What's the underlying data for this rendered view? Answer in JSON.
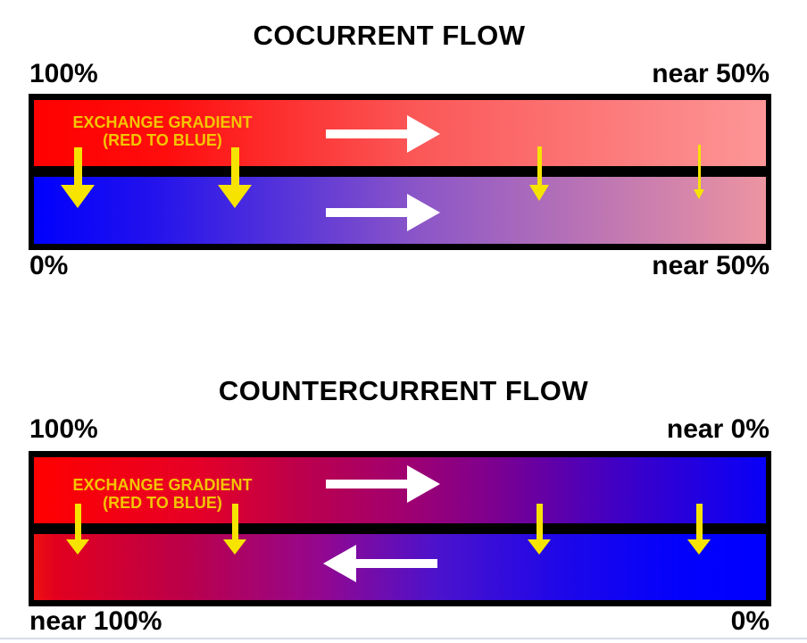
{
  "colors": {
    "red": "#ff0000",
    "blue": "#0000ff",
    "cocurrent_top_right_end": "#fd9697",
    "cocurrent_bottom_right_end": "#ec94a1",
    "transfer_arrow_yellow": "#f6e400",
    "caption_gold": "#f3c500",
    "flow_arrow_white": "#ffffff",
    "text_black": "#000000",
    "frame_black": "#000000"
  },
  "sections": [
    {
      "title": "COCURRENT FLOW",
      "labels": {
        "top_left": "100%",
        "top_right": "near 50%",
        "bottom_left": "0%",
        "bottom_right": "near 50%"
      },
      "gradient_caption": {
        "line1": "EXCHANGE GRADIENT",
        "line2": "(RED TO BLUE)"
      },
      "flow_direction_top_bar": "right",
      "flow_direction_bottom_bar": "right",
      "transfer_arrows": "4 downward arrows, decreasing in size left to right"
    },
    {
      "title": "COUNTERCURRENT FLOW",
      "labels": {
        "top_left": "100%",
        "top_right": "near 0%",
        "bottom_left": "near 100%",
        "bottom_right": "0%"
      },
      "gradient_caption": {
        "line1": "EXCHANGE GRADIENT",
        "line2": "(RED TO BLUE)"
      },
      "flow_direction_top_bar": "right",
      "flow_direction_bottom_bar": "left",
      "transfer_arrows": "4 downward arrows, uniform size"
    }
  ]
}
